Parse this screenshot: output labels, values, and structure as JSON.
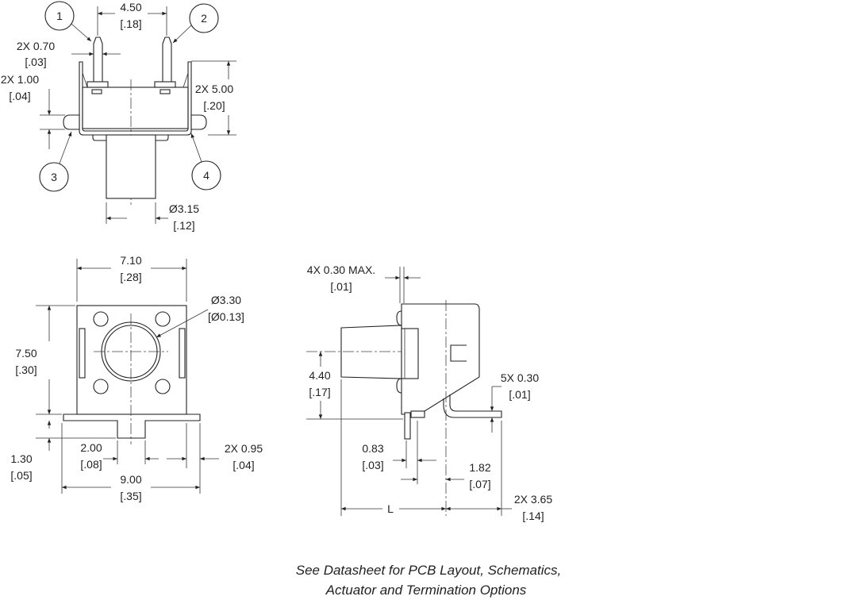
{
  "top_view": {
    "callouts": [
      "1",
      "2",
      "3",
      "4"
    ],
    "pin_spacing": {
      "mm": "4.50",
      "in": "[.18]"
    },
    "pin_width": {
      "mm": "2X 0.70",
      "in": "[.03]"
    },
    "leg_height": {
      "mm": "2X 1.00",
      "in": "[.04]"
    },
    "frame_height": {
      "mm": "2X 5.00",
      "in": "[.20]"
    },
    "actuator_diameter": {
      "mm": "Ø3.15",
      "in": "[.12]"
    }
  },
  "front_view": {
    "width": {
      "mm": "7.10",
      "in": "[.28]"
    },
    "bore_diameter": {
      "mm": "Ø3.30",
      "in": "[Ø0.13]"
    },
    "height": {
      "mm": "7.50",
      "in": "[.30]"
    },
    "stem_height": {
      "mm": "1.30",
      "in": "[.05]"
    },
    "stem_width": {
      "mm": "2.00",
      "in": "[.08]"
    },
    "foot_width": {
      "mm": "2X 0.95",
      "in": "[.04]"
    },
    "overall_width": {
      "mm": "9.00",
      "in": "[.35]"
    }
  },
  "side_view": {
    "plate_thickness": {
      "mm": "4X 0.30 MAX.",
      "in": "[.01]"
    },
    "actuator_height": {
      "mm": "4.40",
      "in": "[.17]"
    },
    "lead_thickness": {
      "mm": "5X 0.30",
      "in": "[.01]"
    },
    "pin_offset": {
      "mm": "0.83",
      "in": "[.03]"
    },
    "center_offset": {
      "mm": "1.82",
      "in": "[.07]"
    },
    "length_label": "L",
    "lead_length": {
      "mm": "2X 3.65",
      "in": "[.14]"
    }
  },
  "note": {
    "line1": "See Datasheet for PCB Layout, Schematics,",
    "line2": "Actuator and Termination Options"
  }
}
